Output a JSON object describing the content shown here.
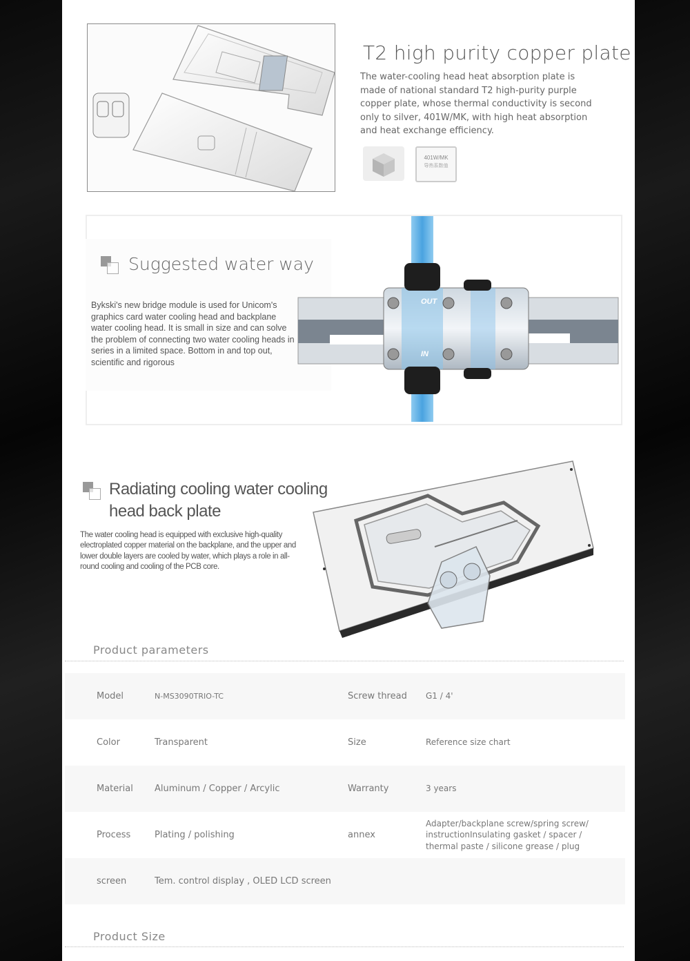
{
  "copper": {
    "title": "T2 high purity copper plate",
    "text": "The water-cooling head heat absorption plate is made of national standard T2 high-purity purple copper plate, whose thermal conductivity is second only to silver, 401W/MK, with high heat absorption and heat exchange efficiency.",
    "badge_value": "401W/MK",
    "badge_caption": "导热系数值",
    "badge_icon": "cube-icon"
  },
  "water_way": {
    "title": "Suggested water way",
    "text": "Bykski's new bridge module is used for Unicom's graphics card water cooling head and backplane water cooling head. It is small in size and can solve the problem of connecting two water cooling heads in series in a limited space. Bottom in and top out, scientific and rigorous",
    "label_out": "OUT",
    "label_in": "IN"
  },
  "backplate": {
    "title": "Radiating cooling water cooling head back plate",
    "text": "The water cooling head is equipped with exclusive high-quality electroplated copper material on the backplane, and the upper and lower double layers are cooled by water, which plays a role in all-round cooling and cooling of the PCB core."
  },
  "params": {
    "heading": "Product parameters",
    "rows": [
      {
        "k1": "Model",
        "v1": "N-MS3090TRIO-TC",
        "k2": "Screw thread",
        "v2": "G1 / 4'"
      },
      {
        "k1": "Color",
        "v1": "Transparent",
        "k2": "Size",
        "v2": "Reference size chart"
      },
      {
        "k1": "Material",
        "v1": "Aluminum / Copper / Arcylic",
        "k2": "Warranty",
        "v2": "3 years"
      },
      {
        "k1": "Process",
        "v1": "Plating / polishing",
        "k2": "annex",
        "v2": "Adapter/backplane screw/spring screw/ instructionInsulating gasket / spacer / thermal paste / silicone grease / plug"
      },
      {
        "k1": "screen",
        "v1": "Tem. control display , OLED LCD screen",
        "k2": "",
        "v2": ""
      }
    ]
  },
  "size": {
    "heading": "Product Size"
  },
  "colors": {
    "accent_blue": "#6fb6e6",
    "text_gray": "#777777",
    "row_shade": "#f7f7f7"
  }
}
